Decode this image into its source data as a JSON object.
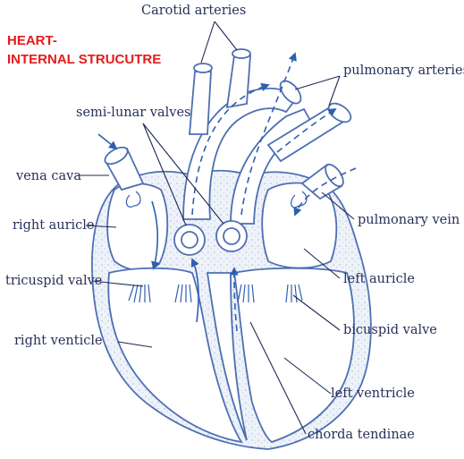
{
  "title": {
    "line1": "HEART-",
    "line2": "INTERNAL STRUCUTRE",
    "color": "#e51b1b"
  },
  "labels": {
    "carotid_arteries": "Carotid arteries",
    "pulmonary_arteries": "pulmonary arteries",
    "semi_lunar_valves": "semi-lunar valves",
    "vena_cava": "vena cava",
    "right_auricle": "right auricle",
    "pulmonary_vein": "pulmonary vein",
    "tricuspid_valve": "tricuspid valve",
    "left_auricle": "left auricle",
    "right_ventricle": "right venticle",
    "bicuspid_valve": "bicuspid valve",
    "left_ventricle": "left ventricle",
    "chorda_tendinae": "chorda tendinae"
  },
  "colors": {
    "outline": "#4d6fb3",
    "flow_arrows": "#2f5fb0",
    "leader_lines": "#1f2a55",
    "label_text": "#27305a"
  }
}
